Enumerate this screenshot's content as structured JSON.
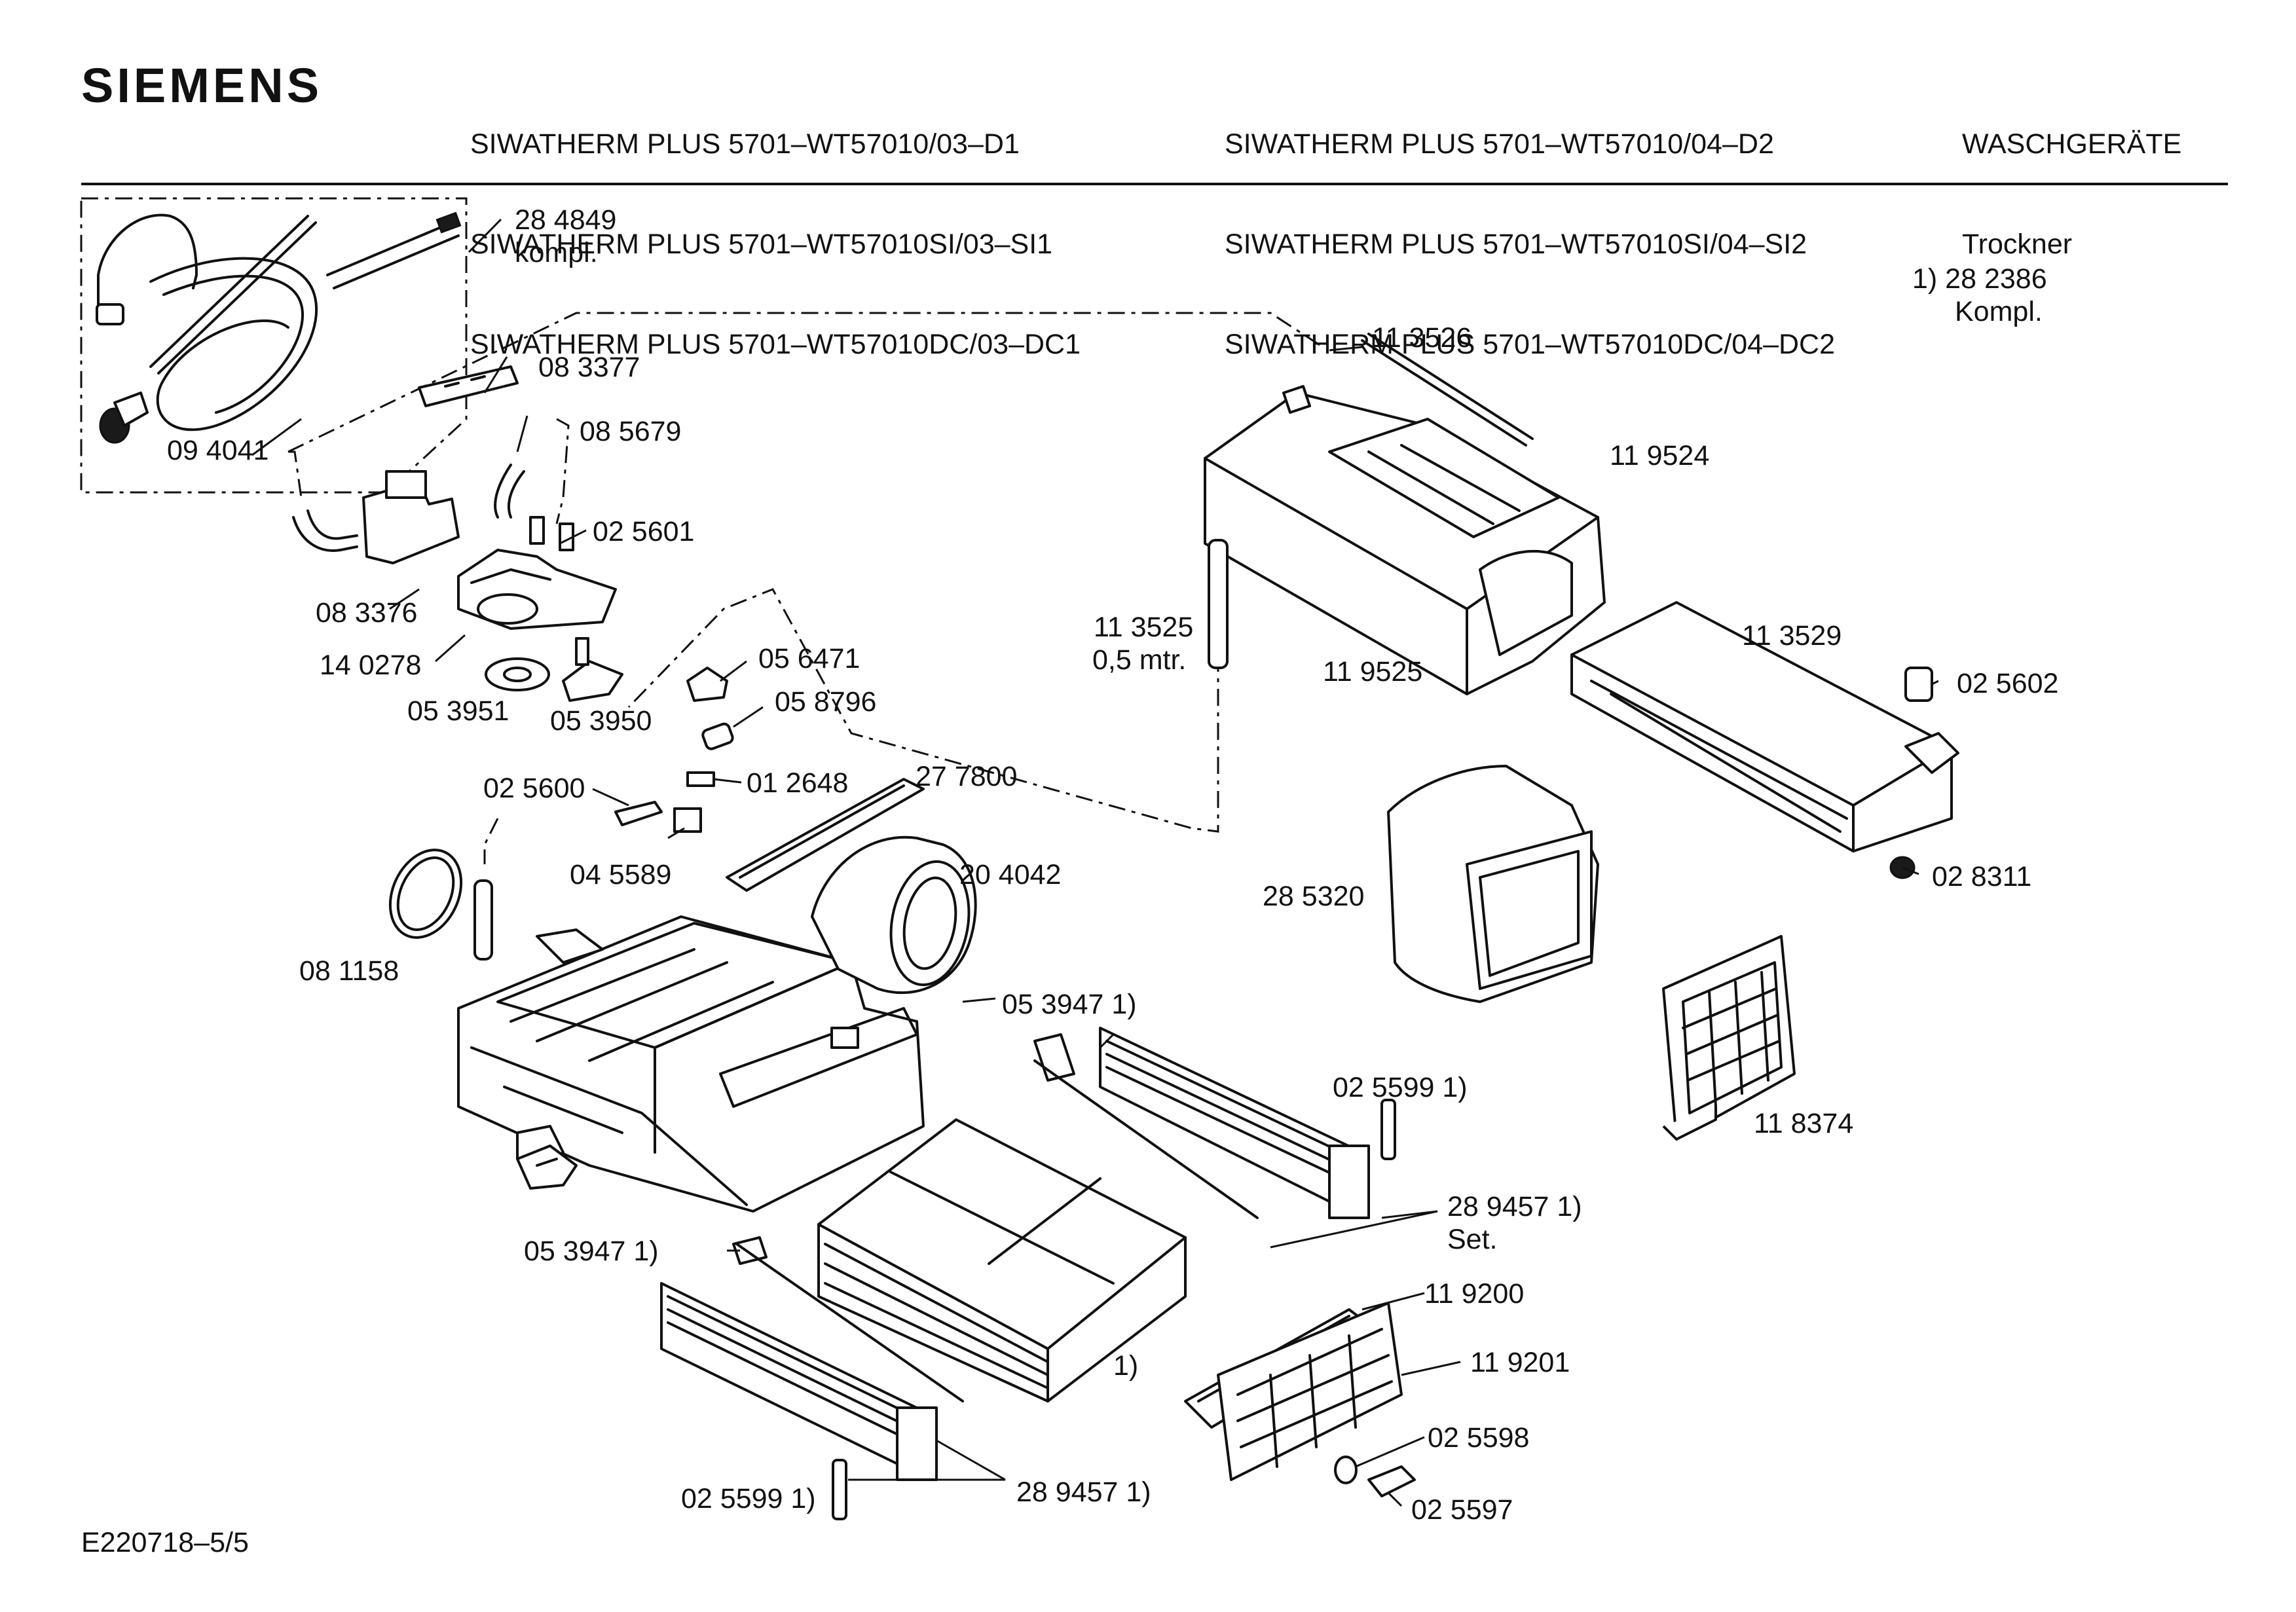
{
  "header": {
    "brand": "SIEMENS",
    "col1": [
      "SIWATHERM PLUS 5701–WT57010/03–D1",
      "SIWATHERM PLUS 5701–WT57010SI/03–SI1",
      "SIWATHERM PLUS 5701–WT57010DC/03–DC1"
    ],
    "col2": [
      "SIWATHERM PLUS 5701–WT57010/04–D2",
      "SIWATHERM PLUS 5701–WT57010SI/04–SI2",
      "SIWATHERM PLUS 5701–WT57010DC/04–DC2"
    ],
    "category": "WASCHGERÄTE",
    "subcategory": "Trockner"
  },
  "note": {
    "line1": "1)  28 2386",
    "line2": "Kompl."
  },
  "parts": [
    "28 4849",
    "kompl.",
    "09 4041",
    "08 3377",
    "08 5679",
    "02 5601",
    "08 3376",
    "14 0278",
    "05 3951",
    "05 3950",
    "05 6471",
    "05 8796",
    "02 5600",
    "01 2648",
    "27 7800",
    "04 5589",
    "08 1158",
    "20 4042",
    "11 3526",
    "11 9524",
    "11 3525",
    "0,5 mtr.",
    "11 9525",
    "11 3529",
    "02 5602",
    "28 5320",
    "02 8311",
    "11 8374",
    "05 3947 1)",
    "02 5599 1)",
    "28 9457 1)",
    "Set.",
    "05 3947 1)",
    "1)",
    "11 9200",
    "11 9201",
    "02 5598",
    "02 5599 1)",
    "28 9457 1)",
    "02 5597"
  ],
  "footer": {
    "code": "E220718–5/5"
  }
}
